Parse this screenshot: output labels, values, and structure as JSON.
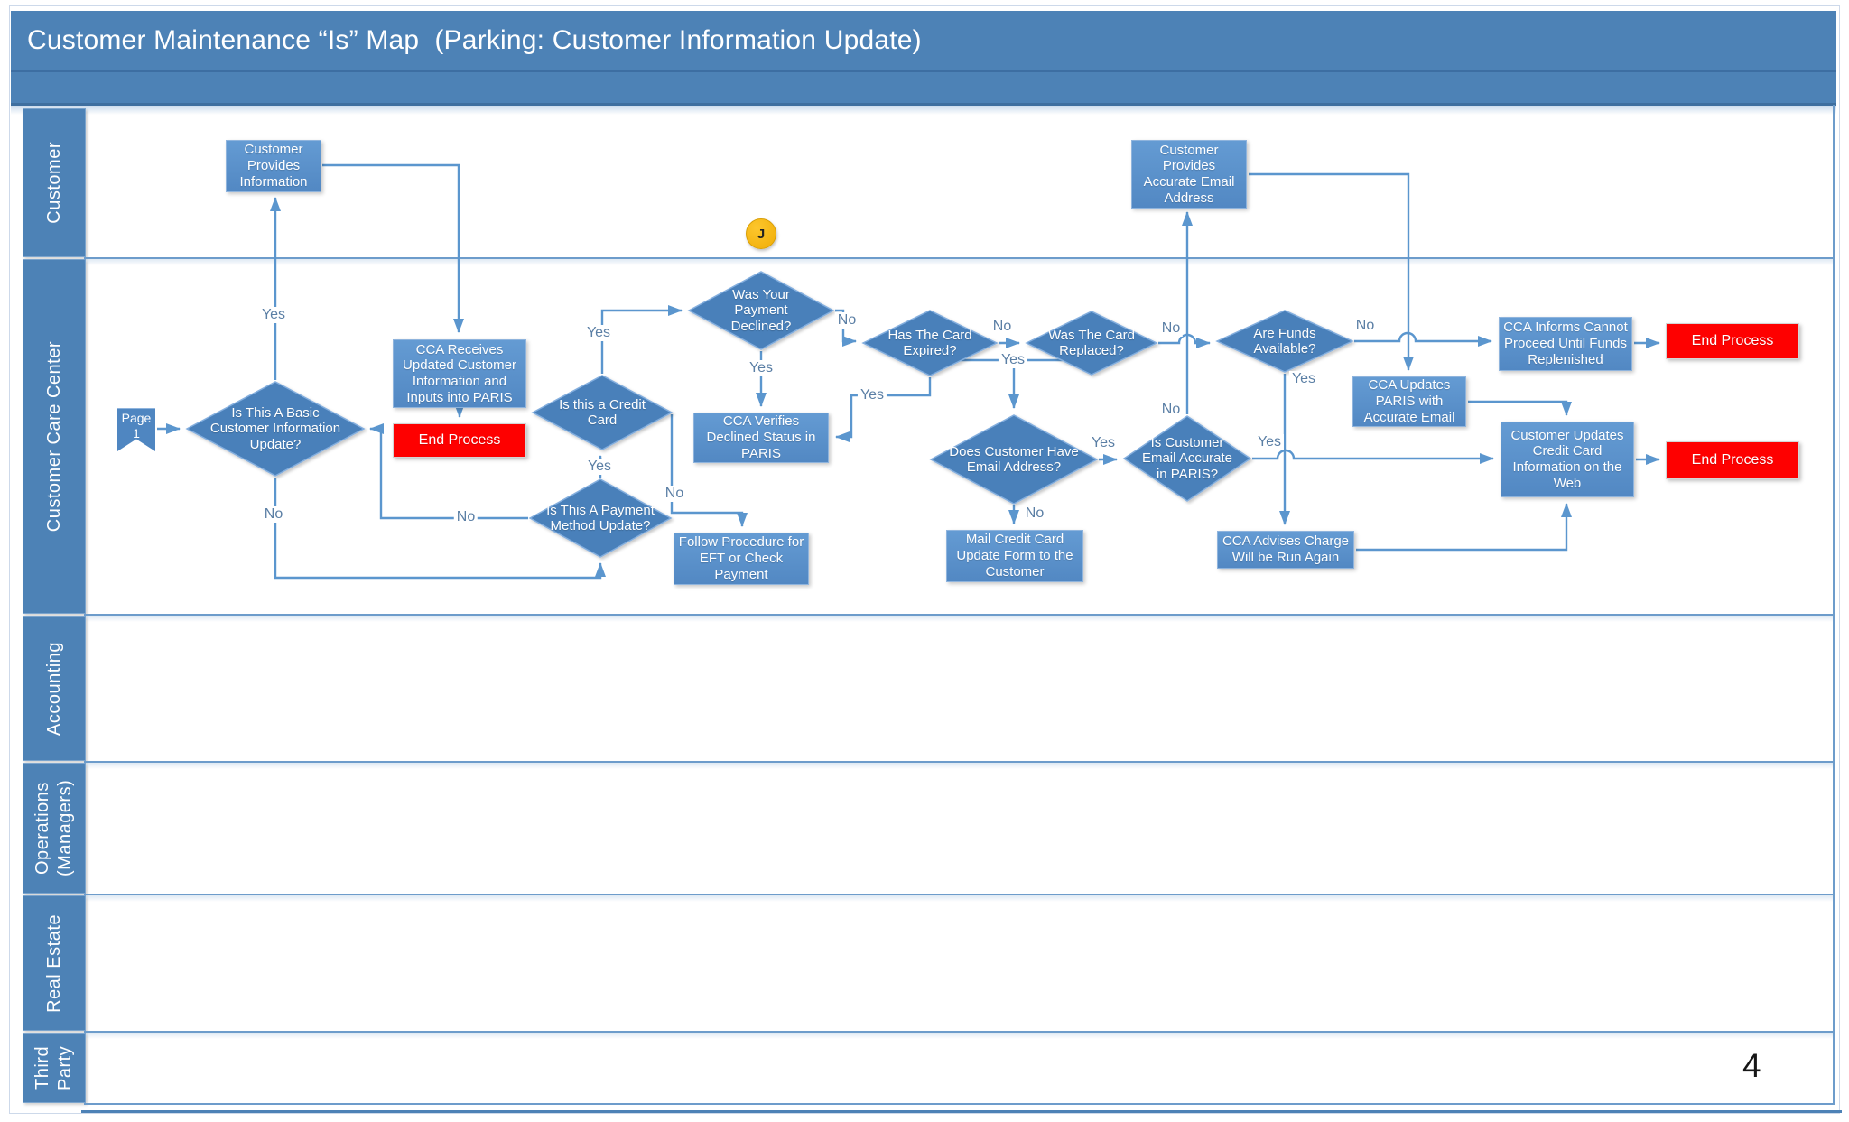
{
  "title": "Customer Maintenance “Is” Map  (Parking: Customer Information Update)",
  "page_number": "4",
  "connector_badge": "J",
  "page_marker": "Page 1",
  "lanes": [
    {
      "label": "Customer"
    },
    {
      "label": "Customer Care Center"
    },
    {
      "label": "Accounting"
    },
    {
      "label": "Operations (Managers)"
    },
    {
      "label": "Real Estate"
    },
    {
      "label": "Third Party"
    }
  ],
  "labels": {
    "yes": "Yes",
    "no": "No"
  },
  "nodes": {
    "customer_provides_info": "Customer Provides Information",
    "customer_provides_accurate_email": "Customer Provides Accurate Email Address",
    "cca_receives": "CCA Receives Updated Customer Information and Inputs into PARIS",
    "end_process_1": "End Process",
    "is_basic_update": "Is This A Basic Customer Information Update?",
    "is_credit_card": "Is this a Credit Card",
    "is_payment_method_update": "Is This A Payment Method Update?",
    "was_payment_declined": "Was Your Payment Declined?",
    "cca_verifies": "CCA Verifies Declined Status in PARIS",
    "follow_procedure": "Follow Procedure for EFT or Check Payment",
    "has_card_expired": "Has The Card Expired?",
    "was_card_replaced": "Was The Card Replaced?",
    "does_customer_have_email": "Does Customer Have Email Address?",
    "mail_credit_card": "Mail Credit Card Update Form to the Customer",
    "is_customer_email_accurate": "Is Customer Email Accurate in PARIS?",
    "are_funds_available": "Are Funds Available?",
    "cca_updates_paris": "CCA Updates PARIS with Accurate Email",
    "cca_informs": "CCA Informs Cannot Proceed Until Funds Replenished",
    "end_process_2": "End Process",
    "customer_updates_web": "Customer Updates Credit Card Information on the Web",
    "end_process_3": "End Process",
    "cca_advises": "CCA Advises Charge Will be Run Again"
  },
  "colors": {
    "header_blue": "#4d82b6",
    "process_fill": "#5791ca",
    "decision_fill": "#4a80ba",
    "end_fill": "#fe0000",
    "connector_line": "#5b96ce",
    "edge_label_text": "#5b7fa5",
    "badge_orange": "#f2b40e"
  }
}
